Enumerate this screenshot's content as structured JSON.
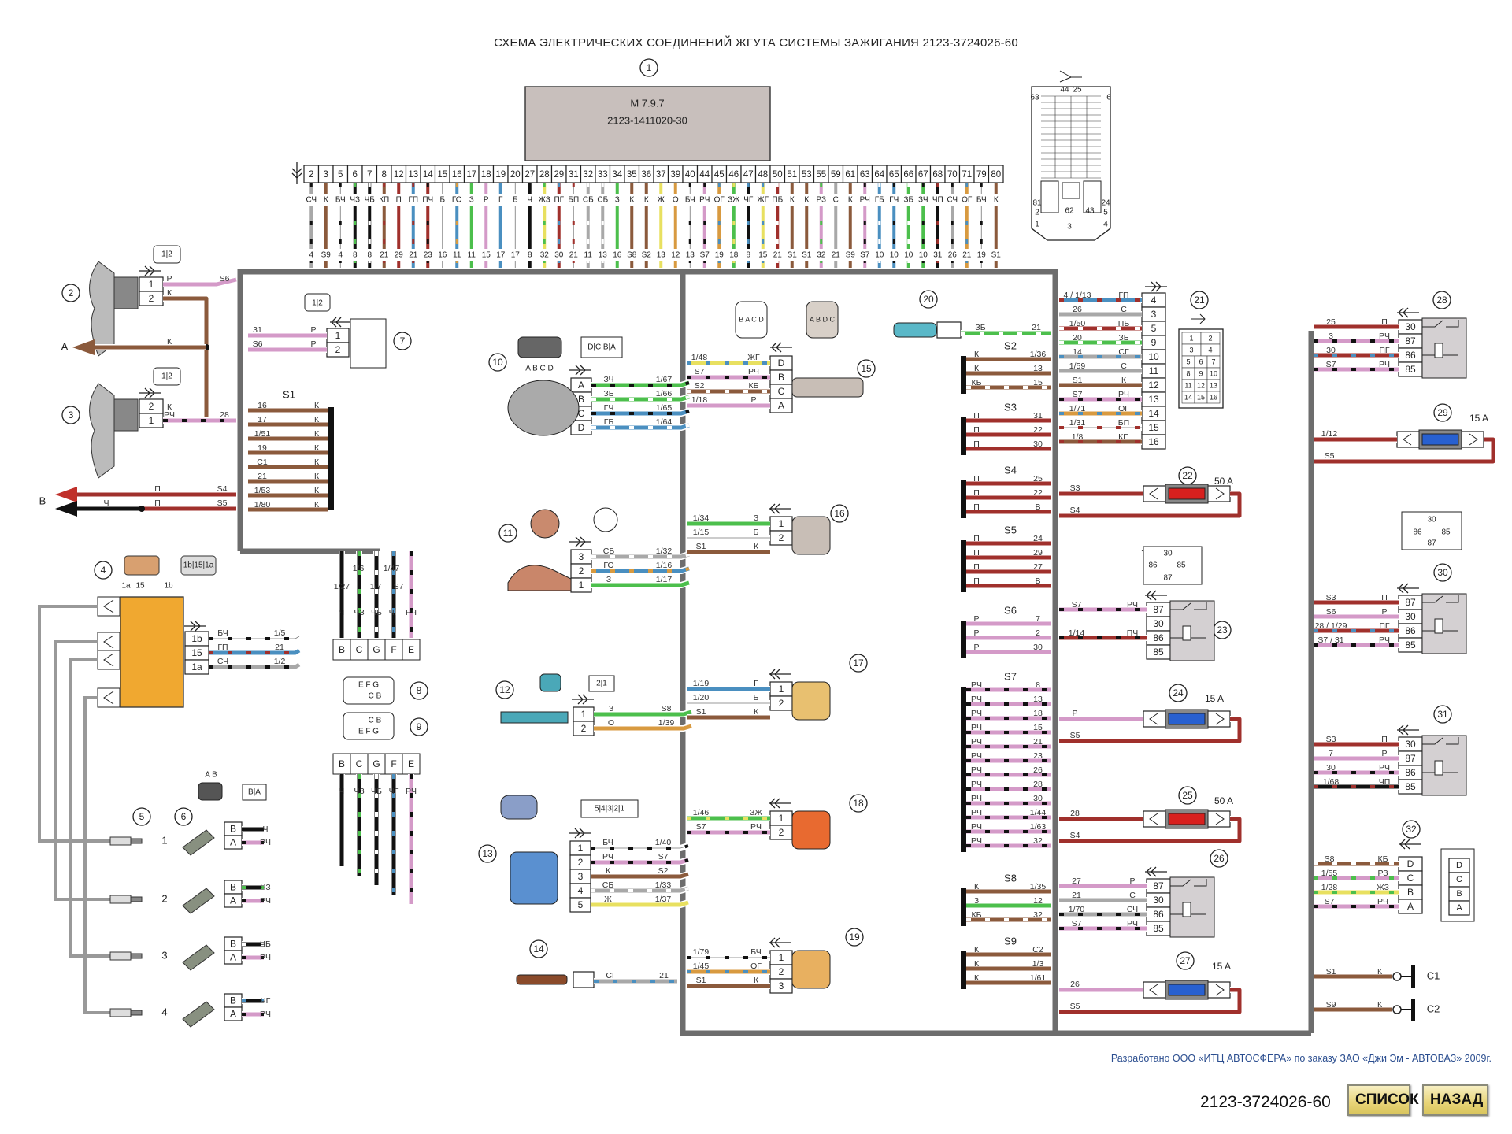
{
  "title": "СХЕМА ЭЛЕКТРИЧЕСКИХ СОЕДИНЕНИЙ ЖГУТА СИСТЕМЫ ЗАЖИГАНИЯ 2123-3724026-60",
  "ecu": {
    "ref": "1",
    "model": "M 7.9.7",
    "part": "2123-1411020-30"
  },
  "ecu_pins": [
    {
      "pin": "2",
      "color": "СЧ",
      "dest": "4"
    },
    {
      "pin": "3",
      "color": "К",
      "dest": "S9"
    },
    {
      "pin": "5",
      "color": "БЧ",
      "dest": "4"
    },
    {
      "pin": "6",
      "color": "ЧЗ",
      "dest": "8"
    },
    {
      "pin": "7",
      "color": "ЧБ",
      "dest": "8"
    },
    {
      "pin": "8",
      "color": "КП",
      "dest": "21"
    },
    {
      "pin": "12",
      "color": "П",
      "dest": "29"
    },
    {
      "pin": "13",
      "color": "ГП",
      "dest": "21"
    },
    {
      "pin": "14",
      "color": "ПЧ",
      "dest": "23"
    },
    {
      "pin": "15",
      "color": "Б",
      "dest": "16"
    },
    {
      "pin": "16",
      "color": "ГО",
      "dest": "11"
    },
    {
      "pin": "17",
      "color": "З",
      "dest": "11"
    },
    {
      "pin": "18",
      "color": "Р",
      "dest": "15"
    },
    {
      "pin": "19",
      "color": "Г",
      "dest": "17"
    },
    {
      "pin": "20",
      "color": "Б",
      "dest": "17"
    },
    {
      "pin": "27",
      "color": "Ч",
      "dest": "8"
    },
    {
      "pin": "28",
      "color": "ЖЗ",
      "dest": "32"
    },
    {
      "pin": "29",
      "color": "ПГ",
      "dest": "30"
    },
    {
      "pin": "31",
      "color": "БП",
      "dest": "21"
    },
    {
      "pin": "32",
      "color": "СБ",
      "dest": "11"
    },
    {
      "pin": "33",
      "color": "СБ",
      "dest": "13"
    },
    {
      "pin": "34",
      "color": "З",
      "dest": "16"
    },
    {
      "pin": "35",
      "color": "К",
      "dest": "S8"
    },
    {
      "pin": "36",
      "color": "К",
      "dest": "S2"
    },
    {
      "pin": "37",
      "color": "Ж",
      "dest": "13"
    },
    {
      "pin": "39",
      "color": "О",
      "dest": "12"
    },
    {
      "pin": "40",
      "color": "БЧ",
      "dest": "13"
    },
    {
      "pin": "44",
      "color": "РЧ",
      "dest": "S7"
    },
    {
      "pin": "45",
      "color": "ОГ",
      "dest": "19"
    },
    {
      "pin": "46",
      "color": "ЗЖ",
      "dest": "18"
    },
    {
      "pin": "47",
      "color": "ЧГ",
      "dest": "8"
    },
    {
      "pin": "48",
      "color": "ЖГ",
      "dest": "15"
    },
    {
      "pin": "50",
      "color": "ПБ",
      "dest": "21"
    },
    {
      "pin": "51",
      "color": "К",
      "dest": "S1"
    },
    {
      "pin": "53",
      "color": "К",
      "dest": "S1"
    },
    {
      "pin": "55",
      "color": "РЗ",
      "dest": "32"
    },
    {
      "pin": "59",
      "color": "С",
      "dest": "21"
    },
    {
      "pin": "61",
      "color": "К",
      "dest": "S9"
    },
    {
      "pin": "63",
      "color": "РЧ",
      "dest": "S7"
    },
    {
      "pin": "64",
      "color": "ГБ",
      "dest": "10"
    },
    {
      "pin": "65",
      "color": "ГЧ",
      "dest": "10"
    },
    {
      "pin": "66",
      "color": "ЗБ",
      "dest": "10"
    },
    {
      "pin": "67",
      "color": "ЗЧ",
      "dest": "10"
    },
    {
      "pin": "68",
      "color": "ЧП",
      "dest": "31"
    },
    {
      "pin": "70",
      "color": "СЧ",
      "dest": "26"
    },
    {
      "pin": "71",
      "color": "ОГ",
      "dest": "21"
    },
    {
      "pin": "79",
      "color": "БЧ",
      "dest": "19"
    },
    {
      "pin": "80",
      "color": "К",
      "dest": "S1"
    }
  ],
  "ecu_connector_view": {
    "labels_top": [
      "63",
      "44",
      "25",
      "6"
    ],
    "labels_side": [
      "81",
      "2",
      "62",
      "43",
      "5",
      "24",
      "1",
      "3",
      "4"
    ]
  },
  "wire_colors": {
    "К": "#8b5a3c",
    "П": "#a0302c",
    "Р": "#d49ac8",
    "Ч": "#111111",
    "Б": "#ffffff",
    "З": "#4cbf4c",
    "Г": "#4a8fc0",
    "С": "#a8a8a8",
    "Ж": "#e8e060",
    "О": "#d89a40"
  },
  "left": {
    "fan2": {
      "ref": "2",
      "pins": [
        {
          "pin": "1",
          "color": "Р",
          "dest": "S6"
        },
        {
          "pin": "2",
          "color": "К",
          "dest": ""
        }
      ],
      "conn": "1|2"
    },
    "fan3": {
      "ref": "3",
      "pins": [
        {
          "pin": "2",
          "color": "К",
          "dest": ""
        },
        {
          "pin": "1",
          "color": "РЧ",
          "dest": "28"
        }
      ],
      "conn": "1|2"
    },
    "arrow_a": {
      "label": "A",
      "color": "К"
    },
    "arrow_b": {
      "label": "B",
      "wires": [
        {
          "color": "П",
          "dest": "S4"
        },
        {
          "color": "П",
          "dest": "S5",
          "tail": "Ч"
        }
      ]
    },
    "ignition_coil": {
      "ref": "4",
      "pins": [
        {
          "pin": "1b",
          "color": "БЧ",
          "dest": "1/5"
        },
        {
          "pin": "15",
          "color": "ГП",
          "dest": "21"
        },
        {
          "pin": "1a",
          "color": "СЧ",
          "dest": "1/2"
        }
      ],
      "pinout": [
        "1a",
        "15",
        "1b"
      ],
      "conn": "1b|15|1a"
    },
    "sparks": {
      "ref": "5",
      "cyl": [
        "1",
        "2",
        "3",
        "4"
      ]
    },
    "injectors": {
      "ref": "6",
      "conn": "B|A",
      "pins_label": "A B",
      "items": [
        {
          "b": "Ч",
          "a": "РЧ"
        },
        {
          "b": "ЧЗ",
          "a": "РЧ"
        },
        {
          "b": "ЧБ",
          "a": "РЧ"
        },
        {
          "b": "ЧГ",
          "a": "РЧ"
        }
      ]
    },
    "conn7": {
      "ref": "7",
      "conn": "1|2",
      "pins": [
        {
          "pin": "1",
          "color": "Р",
          "dest": "31"
        },
        {
          "pin": "2",
          "color": "Р",
          "dest": "S6"
        }
      ]
    },
    "splice_s1": {
      "name": "S1",
      "pins": [
        "16",
        "17",
        "1/51",
        "19",
        "C1",
        "21",
        "1/53",
        "1/80"
      ],
      "color": "К"
    },
    "conn8": {
      "ref": "8",
      "rows": [
        "E F G",
        "C B"
      ]
    },
    "conn9": {
      "ref": "9",
      "rows": [
        "C B",
        "E F G"
      ]
    },
    "conn_bcgfe_top": {
      "pins": [
        "B",
        "C",
        "G",
        "F",
        "E"
      ],
      "wires": [
        {
          "dest": "1/27",
          "color": "Ч"
        },
        {
          "dest": "1/6",
          "color": "ЧЗ"
        },
        {
          "dest": "1/7",
          "color": "ЧБ"
        },
        {
          "dest": "1/47",
          "color": "ЧГ"
        },
        {
          "dest": "S7",
          "color": "РЧ"
        }
      ]
    },
    "conn_bcgfe_bottom": {
      "pins": [
        "B",
        "C",
        "G",
        "F",
        "E"
      ],
      "colors": [
        "Ч",
        "ЧЗ",
        "ЧБ",
        "ЧГ",
        "РЧ"
      ]
    }
  },
  "center": {
    "s10": {
      "ref": "10",
      "pinout": "A B C D",
      "conn": "D|C|B|A",
      "pins": [
        {
          "pin": "A",
          "color": "ЗЧ",
          "dest": "1/67"
        },
        {
          "pin": "B",
          "color": "ЗБ",
          "dest": "1/66"
        },
        {
          "pin": "C",
          "color": "ГЧ",
          "dest": "1/65"
        },
        {
          "pin": "D",
          "color": "ГБ",
          "dest": "1/64"
        }
      ]
    },
    "s11": {
      "ref": "11",
      "pins": [
        {
          "pin": "3",
          "color": "СБ",
          "dest": "1/32"
        },
        {
          "pin": "2",
          "color": "ГО",
          "dest": "1/16"
        },
        {
          "pin": "1",
          "color": "З",
          "dest": "1/17"
        }
      ]
    },
    "s12": {
      "ref": "12",
      "pinout": "1 2",
      "conn": "2|1",
      "pins": [
        {
          "pin": "1",
          "color": "З",
          "dest": "S8"
        },
        {
          "pin": "2",
          "color": "О",
          "dest": "1/39"
        }
      ]
    },
    "s13": {
      "ref": "13",
      "pinout": "1 5",
      "conn": "5|4|3|2|1",
      "pins": [
        {
          "pin": "1",
          "color": "БЧ",
          "dest": "1/40"
        },
        {
          "pin": "2",
          "color": "РЧ",
          "dest": "S7"
        },
        {
          "pin": "3",
          "color": "К",
          "dest": "S2"
        },
        {
          "pin": "4",
          "color": "СБ",
          "dest": "1/33"
        },
        {
          "pin": "5",
          "color": "Ж",
          "dest": "1/37"
        }
      ]
    },
    "s14": {
      "ref": "14",
      "pins": [
        {
          "color": "СГ",
          "dest": "21"
        }
      ]
    },
    "s15": {
      "ref": "15",
      "pinout_a": "B A C D",
      "pinout_b": "A B D C",
      "pins": [
        {
          "pin": "D",
          "color": "ЖГ",
          "dest": "1/48"
        },
        {
          "pin": "B",
          "color": "РЧ",
          "dest": "S7"
        },
        {
          "pin": "C",
          "color": "КБ",
          "dest": "S2"
        },
        {
          "pin": "A",
          "color": "Р",
          "dest": "1/18"
        }
      ]
    },
    "s16": {
      "ref": "16",
      "conn": "2|1",
      "pinout": "1 2",
      "pins": [
        {
          "pin": "1",
          "color": "З",
          "dest": "1/34"
        },
        {
          "pin": "2",
          "color": "Б",
          "dest": "1/15"
        },
        {
          "pin": "",
          "color": "К",
          "dest": "S1"
        }
      ]
    },
    "s17": {
      "ref": "17",
      "conn": "1|2",
      "pinout": "2 1",
      "pins": [
        {
          "pin": "1",
          "color": "Г",
          "dest": "1/19"
        },
        {
          "pin": "2",
          "color": "Б",
          "dest": "1/20"
        },
        {
          "pin": "",
          "color": "К",
          "dest": "S1"
        }
      ]
    },
    "s18": {
      "ref": "18",
      "conn": "2|1",
      "pinout": "1 2",
      "pins": [
        {
          "pin": "1",
          "color": "ЗЖ",
          "dest": "1/46"
        },
        {
          "pin": "2",
          "color": "РЧ",
          "dest": "S7"
        }
      ]
    },
    "s19": {
      "ref": "19",
      "conn": "3|2|1",
      "pinout": "1 3 2",
      "pins": [
        {
          "pin": "1",
          "color": "БЧ",
          "dest": "1/79"
        },
        {
          "pin": "2",
          "color": "ОГ",
          "dest": "1/45"
        },
        {
          "pin": "3",
          "color": "К",
          "dest": "S1"
        }
      ]
    },
    "s20": {
      "ref": "20",
      "pins": [
        {
          "color": "ЗБ",
          "dest": "21"
        }
      ]
    }
  },
  "splices": [
    {
      "name": "S2",
      "rows": [
        {
          "c": "К",
          "d": "1/36"
        },
        {
          "c": "К",
          "d": "13"
        },
        {
          "c": "КБ",
          "d": "15"
        }
      ]
    },
    {
      "name": "S3",
      "rows": [
        {
          "c": "П",
          "d": "31"
        },
        {
          "c": "П",
          "d": "22"
        },
        {
          "c": "П",
          "d": "30"
        }
      ]
    },
    {
      "name": "S4",
      "rows": [
        {
          "c": "П",
          "d": "25"
        },
        {
          "c": "П",
          "d": "22"
        },
        {
          "c": "П",
          "d": "B"
        }
      ]
    },
    {
      "name": "S5",
      "rows": [
        {
          "c": "П",
          "d": "24"
        },
        {
          "c": "П",
          "d": "29"
        },
        {
          "c": "П",
          "d": "27"
        },
        {
          "c": "П",
          "d": "B"
        }
      ]
    },
    {
      "name": "S6",
      "rows": [
        {
          "c": "Р",
          "d": "7"
        },
        {
          "c": "Р",
          "d": "2"
        },
        {
          "c": "Р",
          "d": "30"
        }
      ]
    },
    {
      "name": "S7",
      "rows": [
        {
          "c": "РЧ",
          "d": "8"
        },
        {
          "c": "РЧ",
          "d": "13"
        },
        {
          "c": "РЧ",
          "d": "18"
        },
        {
          "c": "РЧ",
          "d": "15"
        },
        {
          "c": "РЧ",
          "d": "21"
        },
        {
          "c": "РЧ",
          "d": "23"
        },
        {
          "c": "РЧ",
          "d": "26"
        },
        {
          "c": "РЧ",
          "d": "28"
        },
        {
          "c": "РЧ",
          "d": "30"
        },
        {
          "c": "РЧ",
          "d": "1/44"
        },
        {
          "c": "РЧ",
          "d": "1/63"
        },
        {
          "c": "РЧ",
          "d": "32"
        }
      ]
    },
    {
      "name": "S8",
      "rows": [
        {
          "c": "К",
          "d": "1/35"
        },
        {
          "c": "З",
          "d": "12"
        },
        {
          "c": "КБ",
          "d": "32"
        }
      ]
    },
    {
      "name": "S9",
      "rows": [
        {
          "c": "К",
          "d": "C2"
        },
        {
          "c": "К",
          "d": "1/3"
        },
        {
          "c": "К",
          "d": "1/61"
        }
      ]
    }
  ],
  "conn21": {
    "ref": "21",
    "pins": [
      {
        "pin": "4",
        "color": "ГП",
        "dest": "4 / 1/13"
      },
      {
        "pin": "3",
        "color": "С",
        "dest": "26"
      },
      {
        "pin": "5",
        "color": "ПБ",
        "dest": "1/50"
      },
      {
        "pin": "9",
        "color": "ЗБ",
        "dest": "20"
      },
      {
        "pin": "10",
        "color": "СГ",
        "dest": "14"
      },
      {
        "pin": "11",
        "color": "С",
        "dest": "1/59"
      },
      {
        "pin": "12",
        "color": "К",
        "dest": "S1"
      },
      {
        "pin": "13",
        "color": "РЧ",
        "dest": "S7"
      },
      {
        "pin": "14",
        "color": "ОГ",
        "dest": "1/71"
      },
      {
        "pin": "15",
        "color": "БП",
        "dest": "1/31"
      },
      {
        "pin": "16",
        "color": "КП",
        "dest": "1/8"
      }
    ],
    "grid": [
      [
        "1",
        "2"
      ],
      [
        "3",
        "4"
      ],
      [
        "5",
        "6",
        "7"
      ],
      [
        "8",
        "9",
        "10"
      ],
      [
        "11",
        "12",
        "13"
      ],
      [
        "14",
        "15",
        "16"
      ]
    ]
  },
  "fuses": [
    {
      "ref": "22",
      "rating": "50 A",
      "type": "red",
      "in": {
        "dest": "S3",
        "color": "П"
      },
      "out": {
        "dest": "S4",
        "color": "П"
      }
    },
    {
      "ref": "24",
      "rating": "15 A",
      "type": "blue",
      "in": {
        "dest": "Р",
        "color": "Р"
      },
      "out": {
        "dest": "S5",
        "color": "П"
      }
    },
    {
      "ref": "25",
      "rating": "50 A",
      "type": "red",
      "in": {
        "dest": "28",
        "color": "П"
      },
      "out": {
        "dest": "S4",
        "color": "П"
      }
    },
    {
      "ref": "27",
      "rating": "15 A",
      "type": "blue",
      "in": {
        "dest": "26",
        "color": "Р"
      },
      "out": {
        "dest": "S5",
        "color": "П"
      }
    },
    {
      "ref": "29",
      "rating": "15 A",
      "type": "blue",
      "in": {
        "dest": "1/12",
        "color": "П"
      },
      "out": {
        "dest": "S5",
        "color": "П"
      }
    }
  ],
  "relays": [
    {
      "ref": "23",
      "pins": [
        {
          "pin": "87",
          "color": "РЧ",
          "dest": "S7"
        },
        {
          "pin": "30",
          "color": "Р",
          "dest": ""
        },
        {
          "pin": "86",
          "color": "ПЧ",
          "dest": "1/14"
        },
        {
          "pin": "85",
          "color": "П",
          "dest": ""
        }
      ]
    },
    {
      "ref": "26",
      "pins": [
        {
          "pin": "87",
          "color": "Р",
          "dest": "27"
        },
        {
          "pin": "30",
          "color": "С",
          "dest": "21"
        },
        {
          "pin": "86",
          "color": "СЧ",
          "dest": "1/70"
        },
        {
          "pin": "85",
          "color": "РЧ",
          "dest": "S7"
        }
      ]
    },
    {
      "ref": "28",
      "pins": [
        {
          "pin": "30",
          "color": "П",
          "dest": "25"
        },
        {
          "pin": "87",
          "color": "РЧ",
          "dest": "3"
        },
        {
          "pin": "86",
          "color": "ПГ",
          "dest": "30"
        },
        {
          "pin": "85",
          "color": "РЧ",
          "dest": "S7"
        }
      ]
    },
    {
      "ref": "30",
      "pins": [
        {
          "pin": "87",
          "color": "П",
          "dest": "S3"
        },
        {
          "pin": "30",
          "color": "Р",
          "dest": "S6"
        },
        {
          "pin": "86",
          "color": "ПГ",
          "dest": "28 / 1/29"
        },
        {
          "pin": "85",
          "color": "РЧ",
          "dest": "S7 / 31"
        }
      ]
    },
    {
      "ref": "31",
      "pins": [
        {
          "pin": "30",
          "color": "П",
          "dest": "S3"
        },
        {
          "pin": "87",
          "color": "Р",
          "dest": "7"
        },
        {
          "pin": "86",
          "color": "РЧ",
          "dest": "30"
        },
        {
          "pin": "85",
          "color": "ЧП",
          "dest": "1/68"
        }
      ]
    }
  ],
  "relay_socket": {
    "cells": [
      "30",
      "86",
      "85",
      "87"
    ]
  },
  "conn32": {
    "ref": "32",
    "pins": [
      {
        "pin": "D",
        "color": "КБ",
        "dest": "S8"
      },
      {
        "pin": "C",
        "color": "РЗ",
        "dest": "1/55"
      },
      {
        "pin": "B",
        "color": "ЖЗ",
        "dest": "1/28"
      },
      {
        "pin": "A",
        "color": "РЧ",
        "dest": "S7"
      }
    ]
  },
  "grounds": [
    {
      "name": "C1",
      "color": "К",
      "dest": "S1"
    },
    {
      "name": "C2",
      "color": "К",
      "dest": "S9"
    }
  ],
  "footer": {
    "credit": "Разработано ООО «ИТЦ АВТОСФЕРА» по заказу ЗАО «Джи Эм - АВТОВАЗ» 2009г.",
    "code": "2123-3724026-60",
    "list_button": "СПИСОК",
    "back_button": "НАЗАД"
  }
}
